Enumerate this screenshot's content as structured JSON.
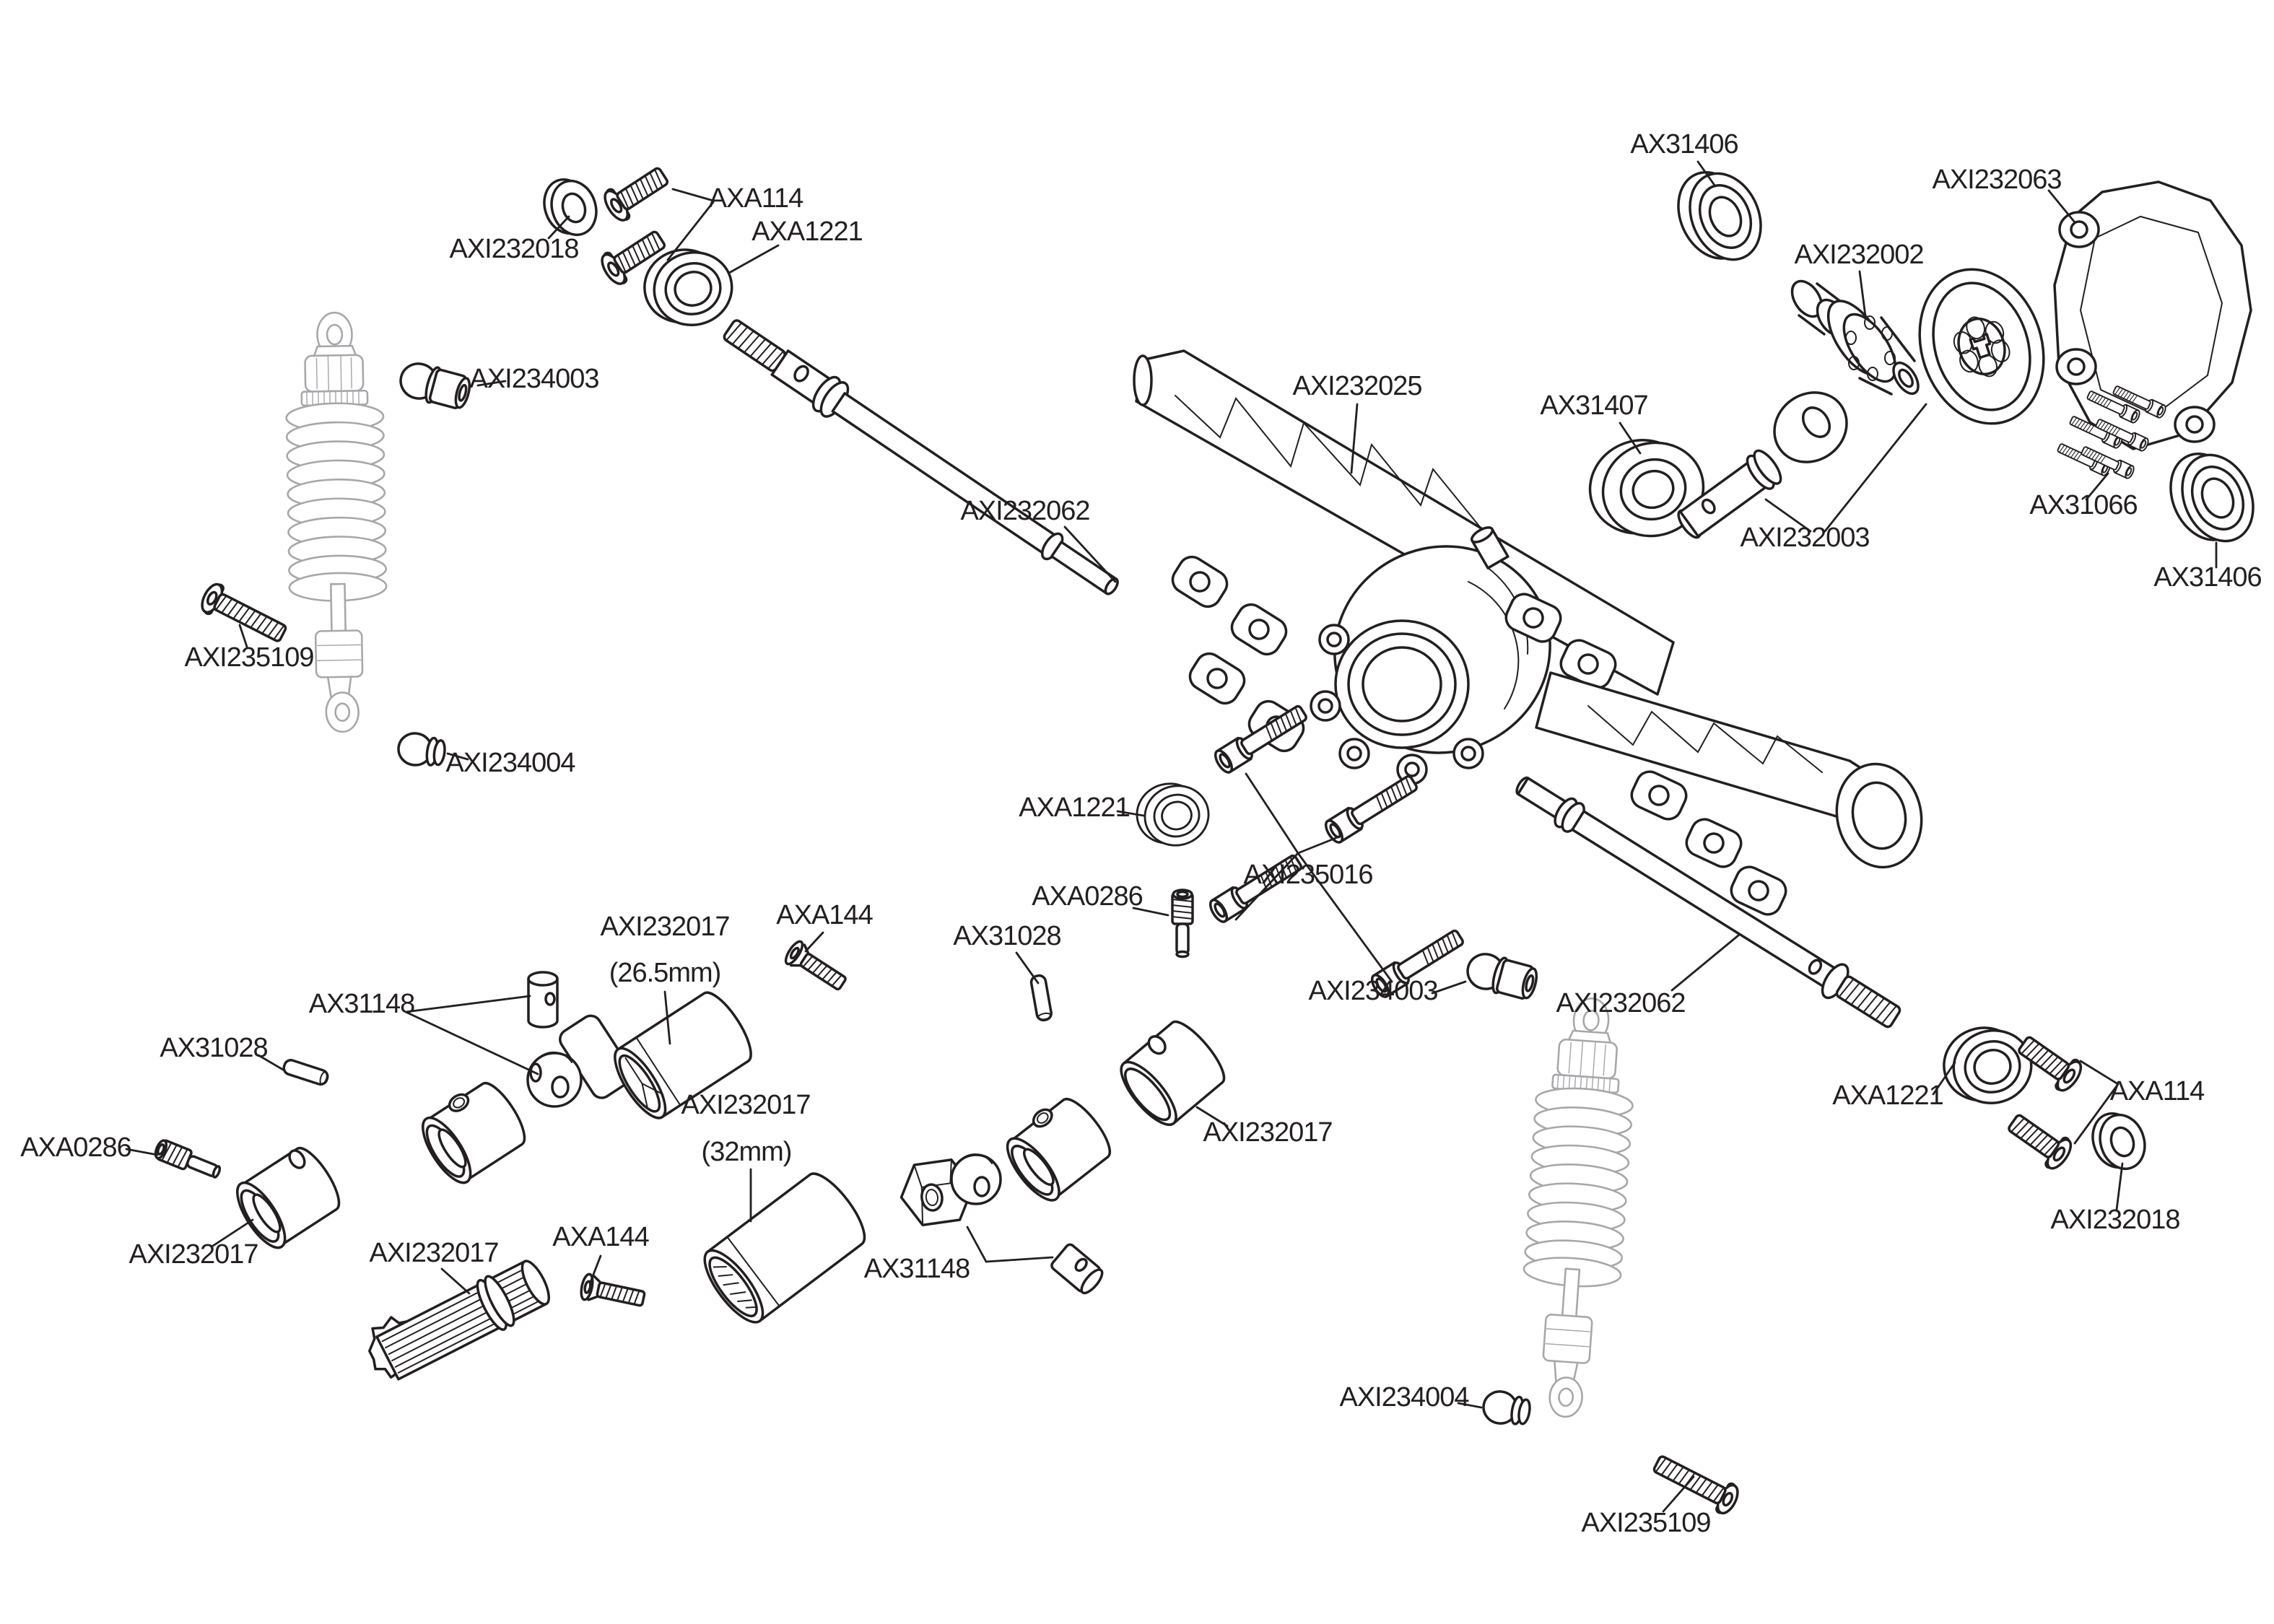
{
  "labels": {
    "tl_washer": "AXI232018",
    "tl_screws": "AXA114",
    "tl_bearing": "AXA1221",
    "tl_shock_bushing": "AXI234003",
    "tl_shock_screw": "AXI235109",
    "tl_shock_ball": "AXI234004",
    "top_shaft": "AXI232062",
    "housing": "AXI232025",
    "mid_bearing": "AXA1221",
    "housing_screws": "AXI235016",
    "bottom_shaft": "AXI232062",
    "tr_bearing_top": "AX31406",
    "diff_locker": "AXI232002",
    "diff_cover": "AXI232063",
    "tr_bearing_mid": "AX31407",
    "ring_and_pinion": "AXI232003",
    "diff_cover_screws": "AX31066",
    "tr_bearing_right": "AX31406",
    "spline26": "AXI232017",
    "spline26_size": "(26.5mm)",
    "flat_screw_1": "AXA144",
    "ujoint_1": "AX31148",
    "pin_1": "AX31028",
    "set_screw_1": "AXA0286",
    "coupler_1": "AXI232017",
    "spline_shaft": "AXI232017",
    "flat_screw_2": "AXA144",
    "spline32": "AXI232017",
    "spline32_size": "(32mm)",
    "ujoint_2": "AX31148",
    "pin_2": "AX31028",
    "set_screw_2": "AXA0286",
    "coupler_2": "AXI232017",
    "br_shock_bushing": "AXI234003",
    "br_shock_ball": "AXI234004",
    "br_shock_screw": "AXI235109",
    "br_bearing": "AXA1221",
    "br_screws": "AXA114",
    "br_washer": "AXI232018"
  },
  "colors": {
    "line": "#231f20",
    "shock_line": "#a5a7aa",
    "background": "#ffffff"
  }
}
